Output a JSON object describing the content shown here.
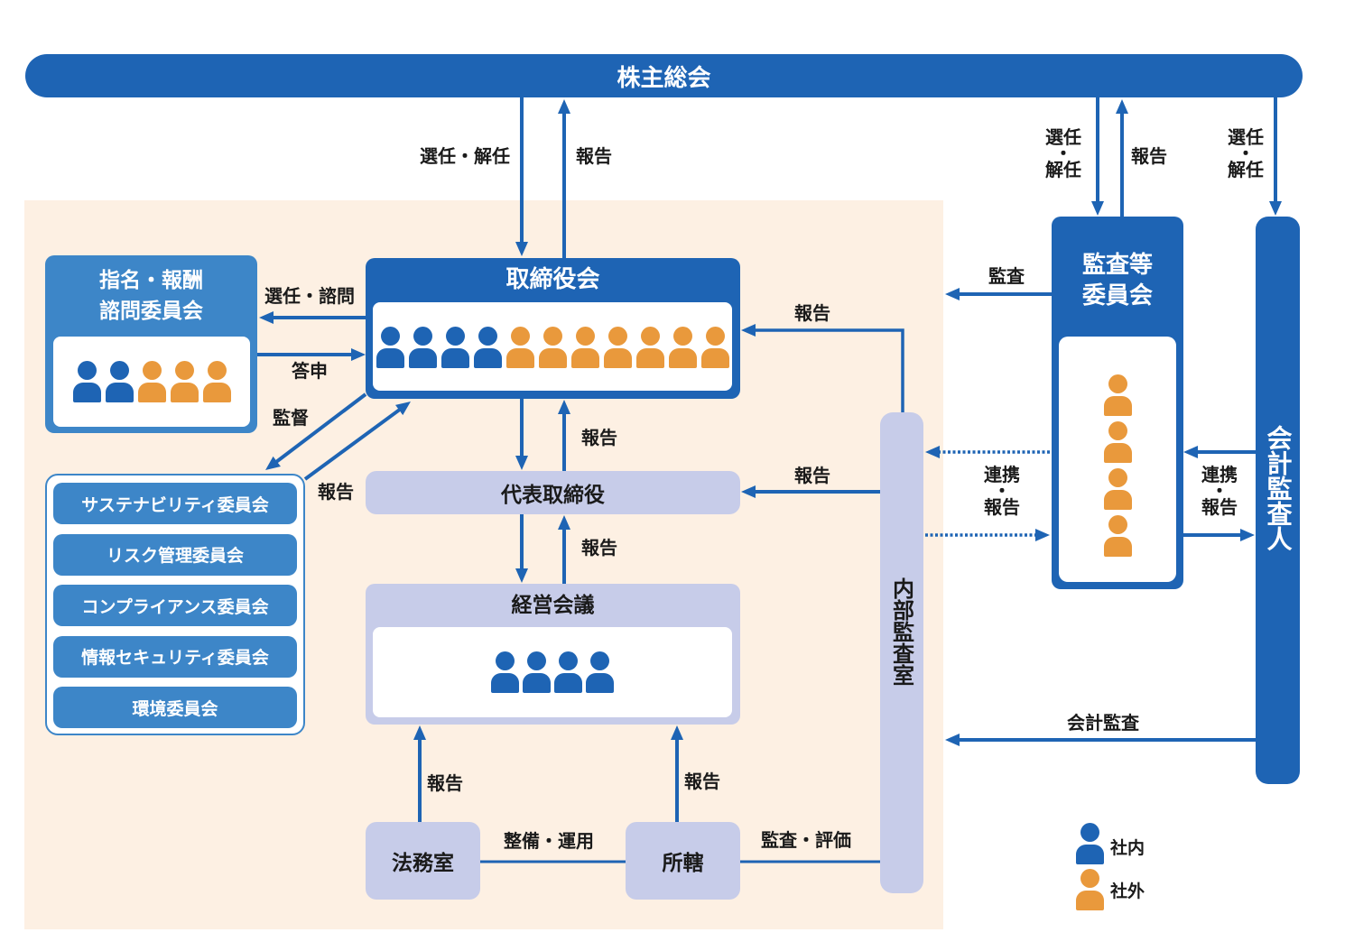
{
  "colors": {
    "dark_blue": "#1e64b4",
    "mid_blue": "#3d86c8",
    "lavender": "#c7cce9",
    "orange": "#e9993c",
    "beige": "#fdf0e3",
    "inside": "#1e64b4",
    "outside": "#e9993c"
  },
  "shareholders_meeting": {
    "label": "株主総会"
  },
  "board": {
    "title": "取締役会",
    "members": {
      "inside": 4,
      "outside": 7
    }
  },
  "nomination_committee": {
    "title_lines": [
      "指名・報酬",
      "諮問委員会"
    ],
    "members": {
      "inside": 2,
      "outside": 3
    }
  },
  "committees": {
    "items": [
      "サステナビリティ委員会",
      "リスク管理委員会",
      "コンプライアンス委員会",
      "情報セキュリティ委員会",
      "環境委員会"
    ]
  },
  "representative_director": {
    "label": "代表取締役"
  },
  "management_meeting": {
    "title": "経営会議",
    "members": {
      "inside": 4,
      "outside": 0
    }
  },
  "legal_office": {
    "label": "法務室"
  },
  "branch": {
    "label": "所轄"
  },
  "internal_audit_office": {
    "label": "内部監査室"
  },
  "audit_committee": {
    "title_lines": [
      "監査等",
      "委員会"
    ],
    "members": {
      "inside": 0,
      "outside": 4
    }
  },
  "accounting_auditor": {
    "label": "会計監査人"
  },
  "arrow_labels": {
    "elect_dismiss": "選任・解任",
    "report_to_shareholders": "報告",
    "audit_elect_dismiss_lines": [
      "選任",
      "・",
      "解任"
    ],
    "audit_report_to_shareholders": "報告",
    "accountant_elect_dismiss_lines": [
      "選任",
      "・",
      "解任"
    ],
    "appoint_consult": "選任・諮問",
    "recommendation": "答申",
    "supervision": "監督",
    "committees_report": "報告",
    "rep_report_to_board": "報告",
    "mgmt_report_to_rep": "報告",
    "internal_report_to_board": "報告",
    "internal_report_to_rep": "報告",
    "legal_report": "報告",
    "branch_report": "報告",
    "maintenance_operation": "整備・運用",
    "audit_evaluation": "監査・評価",
    "audit": "監査",
    "cooperation_report_internal_lines": [
      "連携",
      "・",
      "報告"
    ],
    "cooperation_report_accountant_lines": [
      "連携",
      "・",
      "報告"
    ],
    "accounting_audit": "会計監査"
  },
  "legend": {
    "items": [
      {
        "icon": "person-icon-inside",
        "color": "#1e64b4",
        "label": "社内"
      },
      {
        "icon": "person-icon-outside",
        "color": "#e9993c",
        "label": "社外"
      }
    ]
  }
}
